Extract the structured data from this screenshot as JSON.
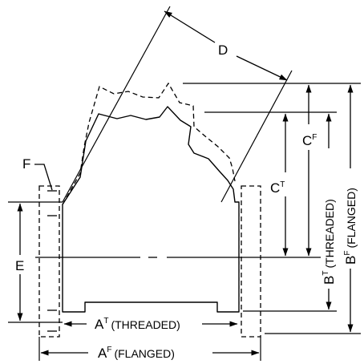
{
  "labels": {
    "d": "D",
    "f": "F",
    "e": "E",
    "cf_base": "C",
    "cf_sup": "F",
    "ct_base": "C",
    "ct_sup": "T",
    "bt_base": "B",
    "bt_sup": "T",
    "bt_suffix": "(THREADED)",
    "bf_base": "B",
    "bf_sup": "F",
    "bf_suffix": "(FLANGED)",
    "at_base": "A",
    "at_sup": "T",
    "at_suffix": "(THREADED)",
    "af_base": "A",
    "af_sup": "F",
    "af_suffix": "(FLANGED)"
  }
}
